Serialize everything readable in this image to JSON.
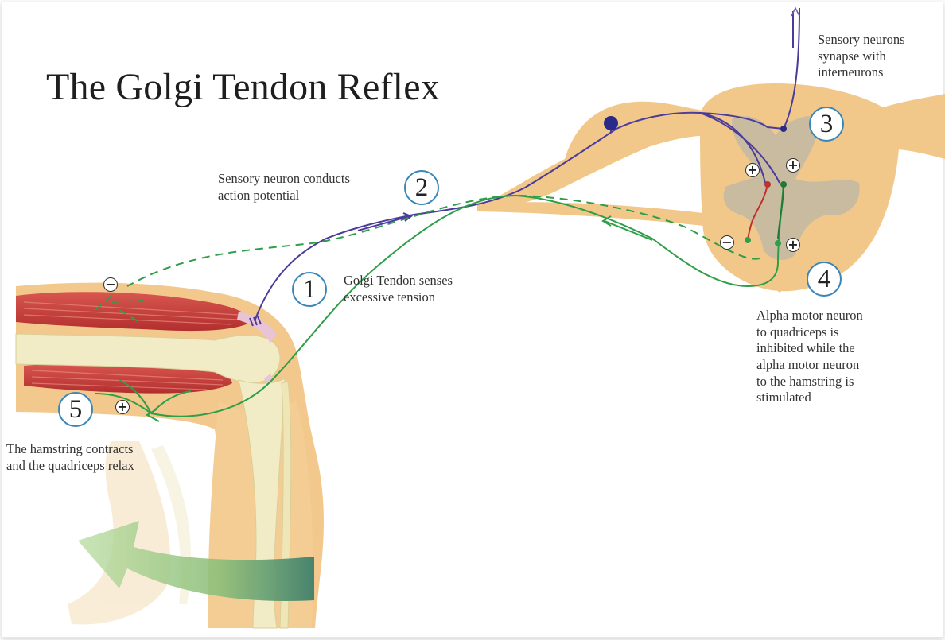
{
  "title": "The Golgi Tendon Reflex",
  "steps": [
    {
      "number": "1",
      "text": "Golgi Tendon senses\nexcessive tension"
    },
    {
      "number": "2",
      "text": "Sensory neuron conducts\naction potential"
    },
    {
      "number": "3",
      "text": "Sensory neurons\nsynapse with\ninterneurons"
    },
    {
      "number": "4",
      "text": "Alpha motor neuron\nto quadriceps is\ninhibited while the\nalpha motor neuron\nto the hamstring is\nstimulated"
    },
    {
      "number": "5",
      "text": "The hamstring contracts\nand the quadriceps relax"
    }
  ],
  "signs": {
    "plus": "+",
    "minus": "−"
  },
  "colors": {
    "sensory_neuron": "#4b3c9b",
    "motor_neuron_hamstring": "#2e9e48",
    "inhibitory_neuron": "#c0302e",
    "muscle": "#c83c3c",
    "spinal_cord": "#f2c88a",
    "gray_matter": "#c8bba0",
    "bone": "#f2ecc6",
    "skin": "#f3c88d",
    "badge_ring": "#3a86b8"
  }
}
